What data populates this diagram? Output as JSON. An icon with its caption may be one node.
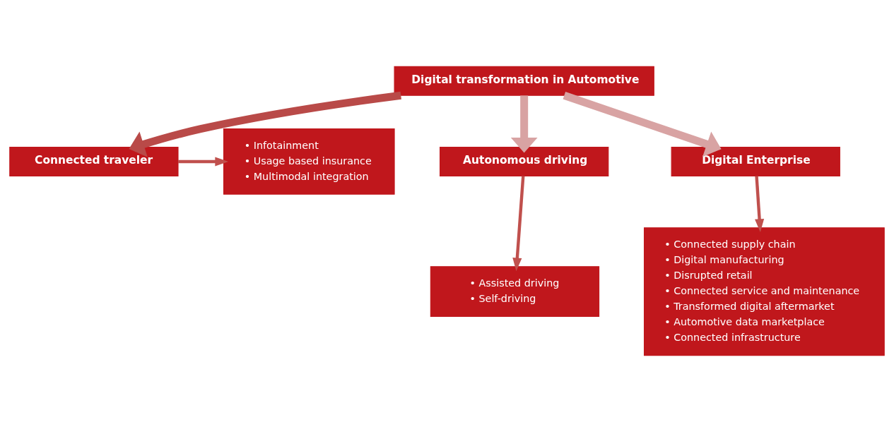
{
  "diagram": {
    "nodes": [
      {
        "text": [
          "Connected traveler"
        ]
      },
      {
        "text": [
          "Digital transformation in Automotive"
        ]
      },
      {
        "text": [
          "Autonomous driving"
        ]
      },
      {
        "text": [
          "Digital Enterprise"
        ]
      },
      {
        "text": [
          "• Infotainment",
          "• Usage based insurance",
          "• Multimodal integration"
        ]
      },
      {
        "text": [
          "• Assisted driving",
          "• Self-driving"
        ]
      },
      {
        "text": [
          "• Connected supply chain",
          "• Digital manufacturing",
          "• Disrupted retail",
          "• Connected service and maintenance",
          "• Transformed digital aftermarket",
          "• Automotive data marketplace",
          "• Connected infrastructure"
        ]
      }
    ],
    "edges": [
      {
        "from": 1,
        "to": 0,
        "arrow": "to",
        "style": "thick",
        "color": "#b94a48"
      },
      {
        "from": 1,
        "to": 2,
        "arrow": "to",
        "style": "thick",
        "color": "#d8a3a3"
      },
      {
        "from": 1,
        "to": 3,
        "arrow": "to",
        "style": "thick",
        "color": "#d8a3a3"
      },
      {
        "from": 0,
        "to": 4,
        "arrow": "to"
      },
      {
        "from": 2,
        "to": 5,
        "arrow": "to"
      },
      {
        "from": 3,
        "to": 6,
        "arrow": "to"
      }
    ]
  }
}
